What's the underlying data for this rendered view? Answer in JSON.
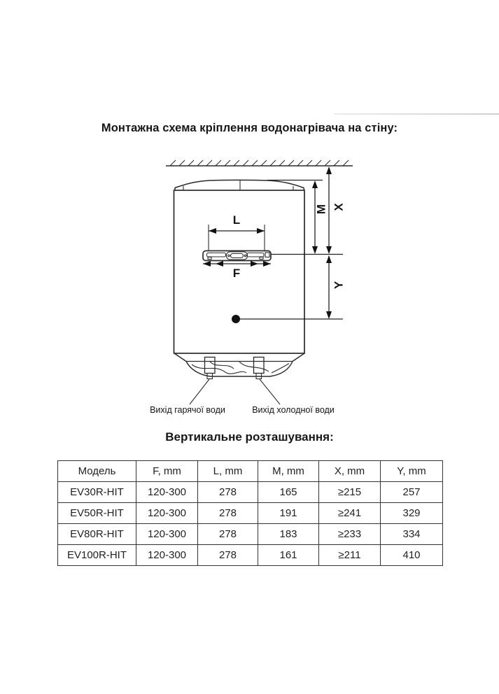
{
  "page": {
    "title": "Монтажна схема кріплення водонагрівача на стіну:",
    "section_title": "Вертикальне розташування:"
  },
  "diagram": {
    "labels": {
      "l": "L",
      "f": "F",
      "m": "M",
      "x": "X",
      "y": "Y"
    },
    "hot_outlet": "Вихід гарячої води",
    "cold_outlet": "Вихід холодної води"
  },
  "colors": {
    "ink": "#1d1d1d",
    "line": "#2a2a2a",
    "divider": "#d9d9d9"
  },
  "table": {
    "headers": [
      "Модель",
      "F, mm",
      "L, mm",
      "M, mm",
      "X, mm",
      "Y, mm"
    ],
    "rows": [
      [
        "EV30R-HIT",
        "120-300",
        "278",
        "165",
        "≥215",
        "257"
      ],
      [
        "EV50R-HIT",
        "120-300",
        "278",
        "191",
        "≥241",
        "329"
      ],
      [
        "EV80R-HIT",
        "120-300",
        "278",
        "183",
        "≥233",
        "334"
      ],
      [
        "EV100R-HIT",
        "120-300",
        "278",
        "161",
        "≥211",
        "410"
      ]
    ]
  }
}
